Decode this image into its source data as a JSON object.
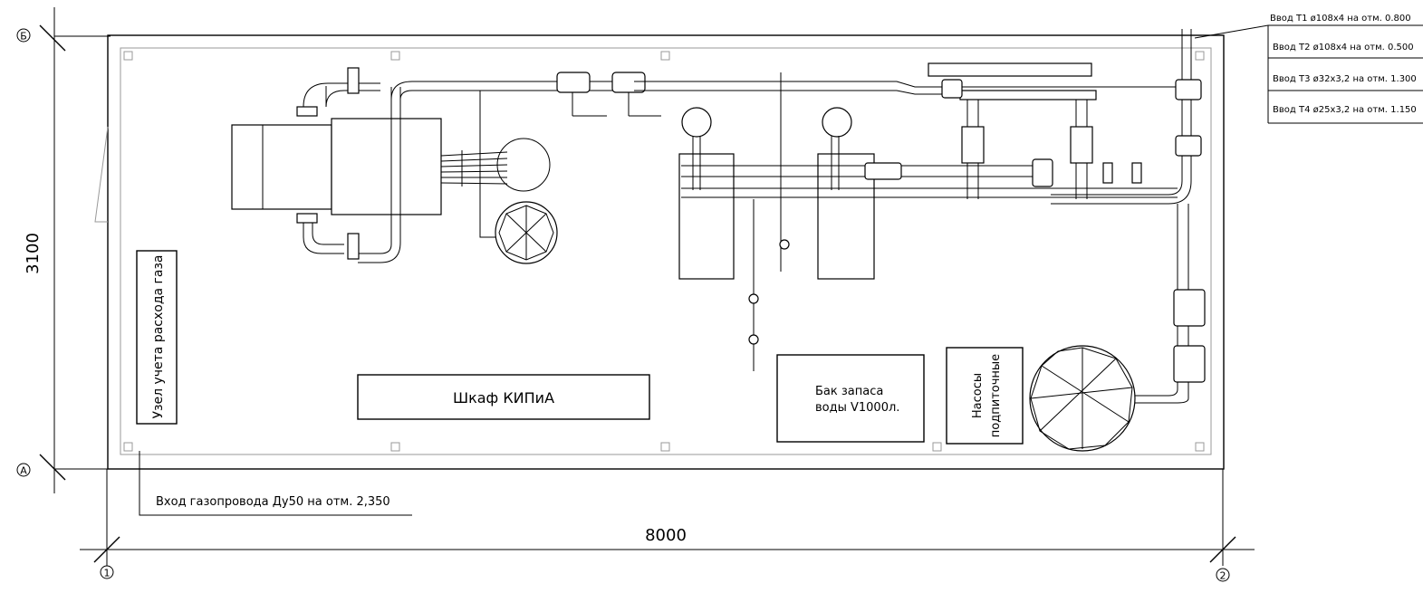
{
  "axes": {
    "row_top": "Б",
    "row_bottom": "А",
    "col_left": "1",
    "col_right": "2"
  },
  "dimensions": {
    "height": "3100",
    "width": "8000"
  },
  "labels": {
    "gas_meter_node": "Узел учета расхода газа",
    "kipia_cabinet": "Шкаф КИПиА",
    "water_tank_line1": "Бак запаса",
    "water_tank_line2": "воды V1000л.",
    "pumps_line1": "Насосы",
    "pumps_line2": "подпиточные",
    "gas_inlet": "Вход газопровода Ду50 на отм. 2,350"
  },
  "inlet_table": [
    "Ввод Т1 ø108х4 на отм. 0.800",
    "Ввод Т2 ø108х4 на отм. 0.500",
    "Ввод Т3 ø32х3,2 на отм. 1.300",
    "Ввод Т4 ø25х3,2 на отм. 1.150"
  ]
}
